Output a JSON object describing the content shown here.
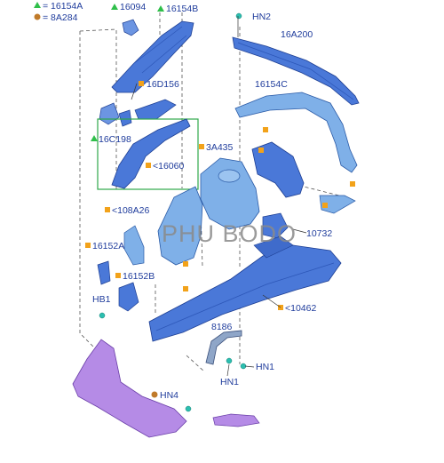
{
  "legend": {
    "triangle_label": "= 16154A",
    "circle_label": "= 8A284",
    "triangle_color": "#2fbf4a",
    "circle_color": "#c07a2a"
  },
  "colors": {
    "part_blue": "#4a78d8",
    "part_light_blue": "#7fb0e8",
    "part_purple": "#b58be6",
    "label_blue": "#1f3c9c",
    "square_marker": "#f2a21a",
    "highlight_box": "#2ea84a"
  },
  "callouts": {
    "c16094": "16094",
    "c16154B": "16154B",
    "hn2_top": "HN2",
    "c16A200": "16A200",
    "c16D156": "16D156",
    "c16154C": "16154C",
    "c16C198": "16C198",
    "c16060": "<16060",
    "c3A435": "3A435",
    "c108A26": "<108A26",
    "c10732": "10732",
    "c16152A": "16152A",
    "c16152B": "16152B",
    "c10462": "<10462",
    "hb1": "HB1",
    "c8186": "8186",
    "hn1_right": "HN1",
    "hn1_bottom": "HN1",
    "hn4": "HN4"
  },
  "watermark": "PHU BODO"
}
